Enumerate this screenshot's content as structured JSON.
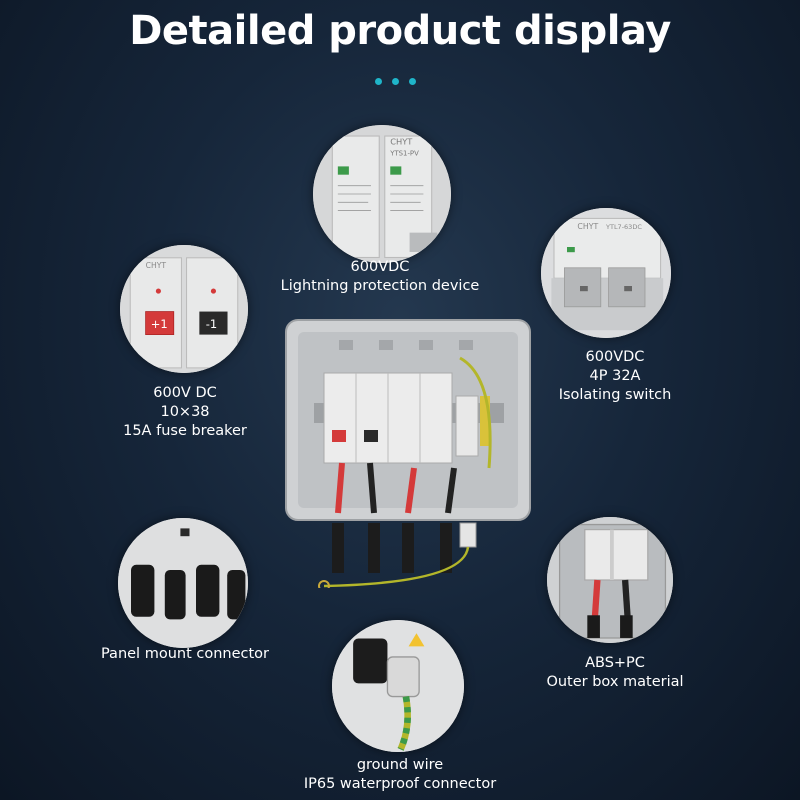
{
  "header": {
    "title": "Detailed product display"
  },
  "features": {
    "spd": {
      "lines": [
        "600VDC",
        "Lightning protection device"
      ]
    },
    "fuse": {
      "lines": [
        "600V DC",
        "10×38",
        "15A fuse breaker"
      ]
    },
    "switch": {
      "lines": [
        "600VDC",
        "4P 32A",
        "Isolating switch"
      ]
    },
    "connector": {
      "lines": [
        "Panel mount connector"
      ]
    },
    "box": {
      "lines": [
        "ABS+PC",
        "Outer box material"
      ]
    },
    "ground": {
      "lines": [
        "ground wire",
        "IP65 waterproof connector"
      ]
    }
  },
  "device_text": {
    "brand": "CHYT",
    "spd_model": "YTS1-PV",
    "switch_model": "YTL7-63DC",
    "fuse_plus": "+1",
    "fuse_minus": "-1"
  },
  "colors": {
    "accent_dots": "#1fb5c9",
    "fuse_red": "#d43a3a"
  }
}
